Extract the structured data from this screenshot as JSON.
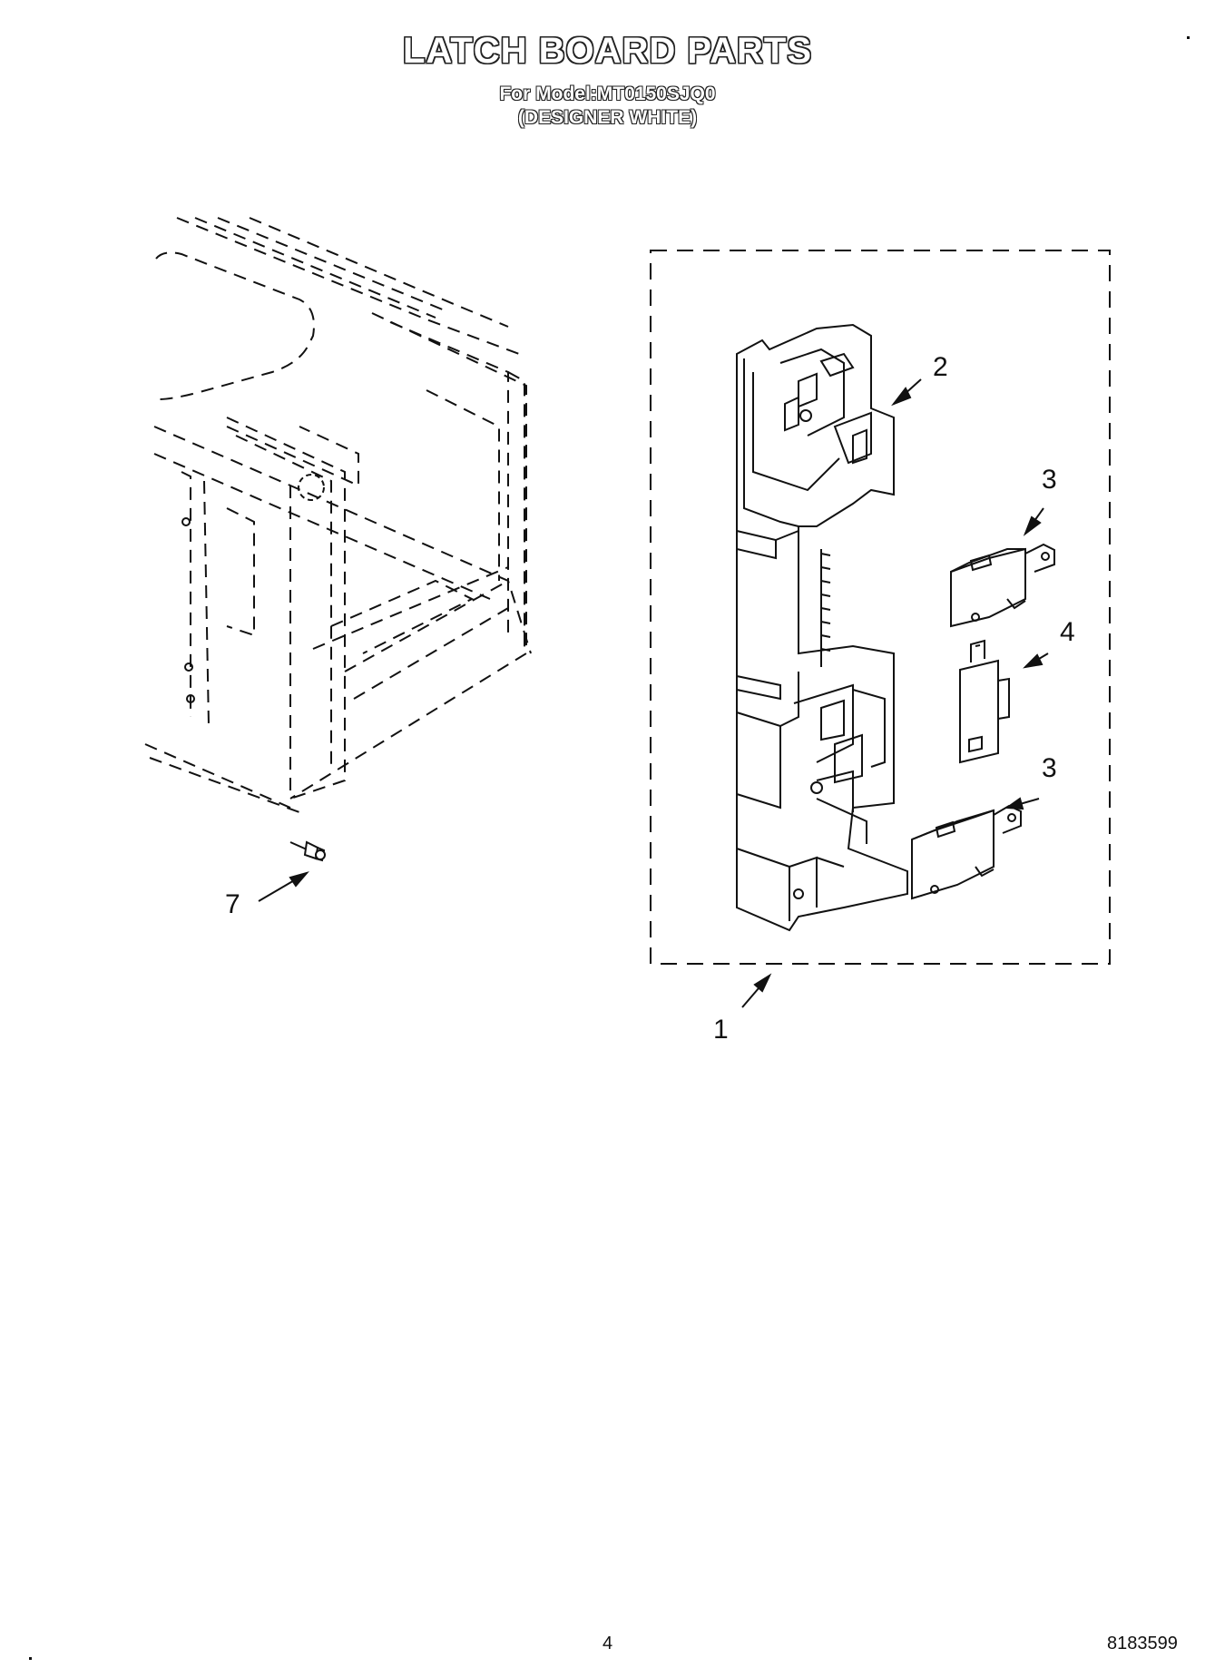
{
  "header": {
    "title": "LATCH BOARD PARTS",
    "model_line": "For Model:MT0150SJQ0",
    "variant_line": "(DESIGNER WHITE)"
  },
  "callouts": {
    "item_1": "1",
    "item_2": "2",
    "item_3a": "3",
    "item_3b": "3",
    "item_4": "4",
    "item_7": "7"
  },
  "footer": {
    "page_number": "4",
    "doc_number": "8183599"
  },
  "colors": {
    "line": "#111111",
    "background": "#ffffff"
  }
}
